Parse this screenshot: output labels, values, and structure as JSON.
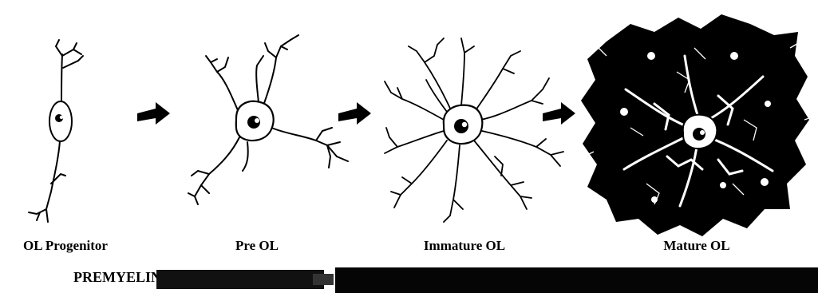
{
  "stages": [
    {
      "label": "OL Progenitor"
    },
    {
      "label": "Pre OL"
    },
    {
      "label": "Immature OL"
    },
    {
      "label": "Mature OL"
    }
  ],
  "bar": {
    "label": "PREMYELINA"
  },
  "colors": {
    "ink": "#000000",
    "background": "#ffffff"
  }
}
